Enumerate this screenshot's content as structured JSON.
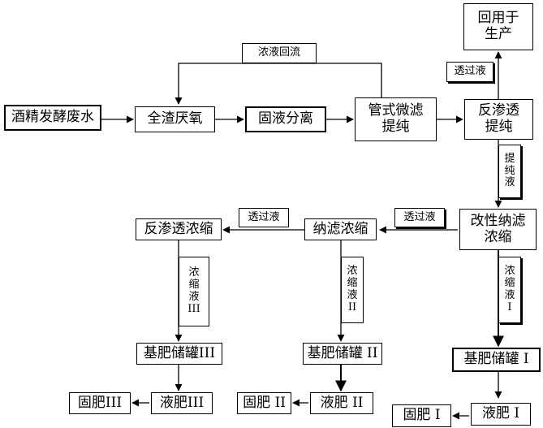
{
  "nodes": {
    "wastewater": "酒精发酵废水",
    "anaerobic": "全渣厌氧",
    "separation": "固液分离",
    "microfiltration": "管式微滤\n提纯",
    "ro_purify": "反渗透\n提纯",
    "reuse": "回用于\n生产",
    "modified_nf": "改性纳滤\n浓缩",
    "nf_concentrate": "纳滤浓缩",
    "ro_concentrate": "反渗透浓缩",
    "tank_1": "基肥储罐 I",
    "tank_2": "基肥储罐 II",
    "tank_3": "基肥储罐III",
    "liquid_1": "液肥 I",
    "liquid_2": "液肥 II",
    "liquid_3": "液肥III",
    "solid_1": "固肥 I",
    "solid_2": "固肥 II",
    "solid_3": "固肥III"
  },
  "labels": {
    "concentrate_return": "浓液回流",
    "permeate_top": "透过液",
    "purified_liquid": "提\n纯\n液",
    "permeate_nf": "透过液",
    "permeate_ro": "透过液",
    "concentrate_1": "浓\n缩\n液\nI",
    "concentrate_2": "浓\n缩\n液\nII",
    "concentrate_3": "浓\n缩\n液\nIII"
  }
}
